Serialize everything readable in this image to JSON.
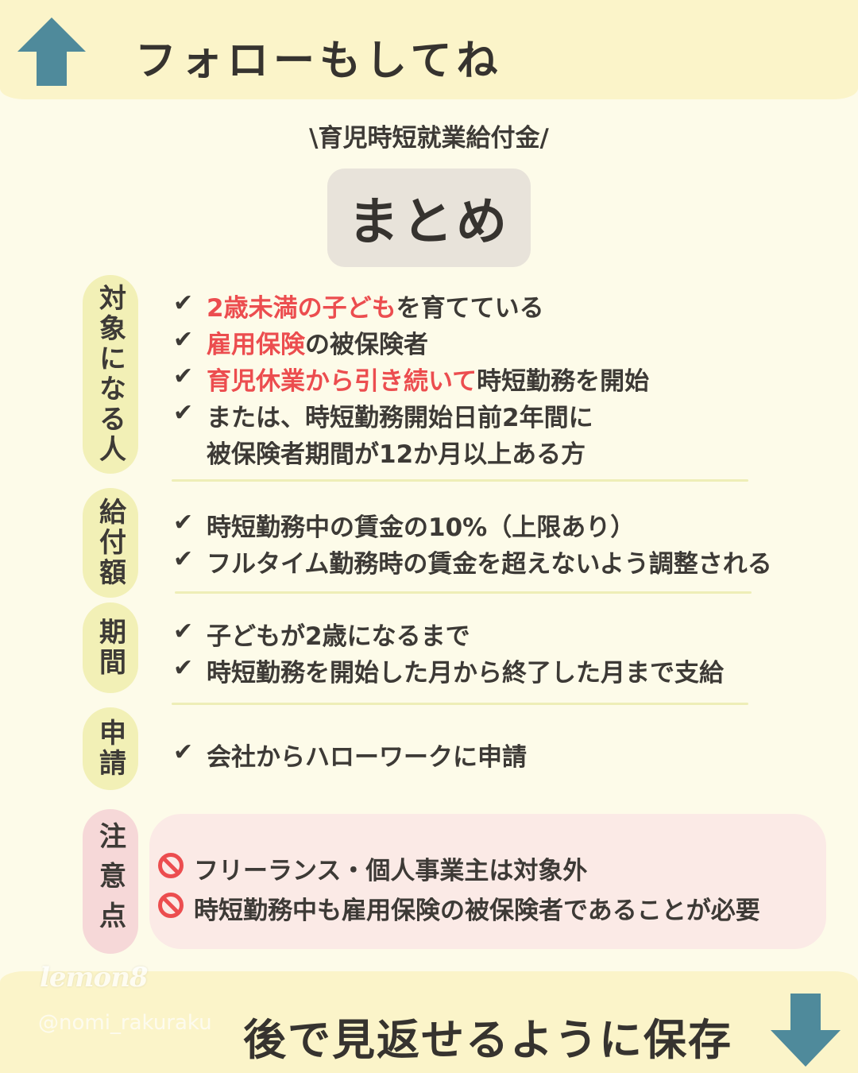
{
  "header": {
    "title": "フォローもしてね"
  },
  "subtitle": "\\育児時短就業給付金/",
  "summary_label": "まとめ",
  "sections": {
    "target": {
      "label": "対象になる人",
      "items": [
        {
          "highlight": "2歳未満の子ども",
          "rest": "を育てている"
        },
        {
          "highlight": "雇用保険",
          "rest": "の被保険者"
        },
        {
          "highlight": "育児休業から引き続いて",
          "rest": "時短勤務を開始"
        },
        {
          "highlight": "",
          "rest": "または、時短勤務開始日前2年間に",
          "cont": "被保険者期間が12か月以上ある方"
        }
      ]
    },
    "amount": {
      "label": "給付額",
      "items": [
        "時短勤務中の賃金の10%（上限あり）",
        "フルタイム勤務時の賃金を超えないよう調整される"
      ]
    },
    "period": {
      "label": "期間",
      "items": [
        "子どもが2歳になるまで",
        "時短勤務を開始した月から終了した月まで支給"
      ]
    },
    "apply": {
      "label": "申請",
      "items": [
        "会社からハローワークに申請"
      ]
    },
    "caution": {
      "label": "注意点",
      "items": [
        "フリーランス・個人事業主は対象外",
        "時短勤務中も雇用保険の被保険者であることが必要"
      ]
    }
  },
  "check_mark": "✔",
  "footer": {
    "title": "後で見返せるように保存",
    "brand": "lemon8",
    "handle": "@nomi_rakuraku"
  },
  "colors": {
    "accent_red": "#ec4d4f",
    "arrow_blue": "#4f8a9b",
    "band_yellow": "#fbf4c9",
    "pill_yellow": "#f2f0b6",
    "pill_pink": "#f6d8d8"
  }
}
